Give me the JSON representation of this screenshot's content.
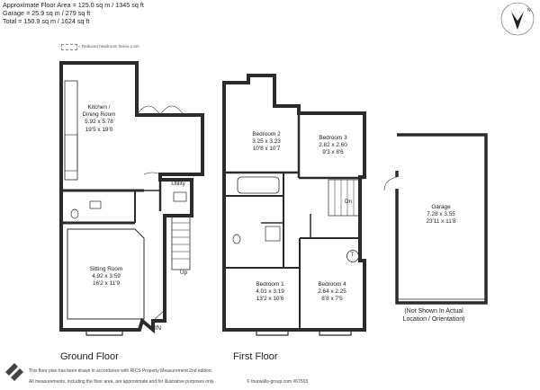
{
  "header": {
    "area_total": "Approximate Floor Area = 125.0 sq m / 1345 sq ft",
    "area_garage": "Garage = 25.9 sq m / 279 sq ft",
    "area_all": "Total = 150.9 sq m / 1624 sq ft"
  },
  "legend": {
    "text": "= Reduced headroom below 1.5m"
  },
  "rooms": {
    "kitchen": {
      "name1": "Kitchen /",
      "name2": "Dining Room",
      "metric": "5.92 x 5.78",
      "imperial": "19'5 x 19'0"
    },
    "utility": {
      "name": "Utility"
    },
    "sitting": {
      "name": "Sitting Room",
      "metric": "4.92 x 3.59",
      "imperial": "16'2 x 11'9"
    },
    "bed2": {
      "name": "Bedroom 2",
      "metric": "3.25 x 3.23",
      "imperial": "10'8 x 10'7"
    },
    "bed3": {
      "name": "Bedroom 3",
      "metric": "2.82 x 2.60",
      "imperial": "9'3 x 8'6"
    },
    "bed1": {
      "name": "Bedroom 1",
      "metric": "4.01 x 3.19",
      "imperial": "13'2 x 10'6"
    },
    "bed4": {
      "name": "Bedroom 4",
      "metric": "2.64 x 2.25",
      "imperial": "8'8 x 7'5"
    },
    "garage": {
      "name": "Garage",
      "metric": "7.28 x 3.55",
      "imperial": "23'11 x 11'8"
    }
  },
  "markers": {
    "up": "Up",
    "in": "IN",
    "dn": "Dn",
    "t": "T"
  },
  "garage_note": {
    "line1": "(Not Shown In Actual",
    "line2": "Location / Orientation)"
  },
  "floors": {
    "ground": "Ground Floor",
    "first": "First Floor"
  },
  "footer": {
    "line1": "This floor plan has been drawn in accordance with RICS Property Measurement 2nd edition.",
    "line2": "All measurements, including the floor area, are approximate and for illustrative purposes only.",
    "copyright": "© fourwalls-group.com #67503"
  },
  "icons": [
    "compass-north-arrow-icon",
    "fourwalls-logo-icon"
  ],
  "colors": {
    "wall": "#2b2b2b",
    "line": "#555555"
  }
}
